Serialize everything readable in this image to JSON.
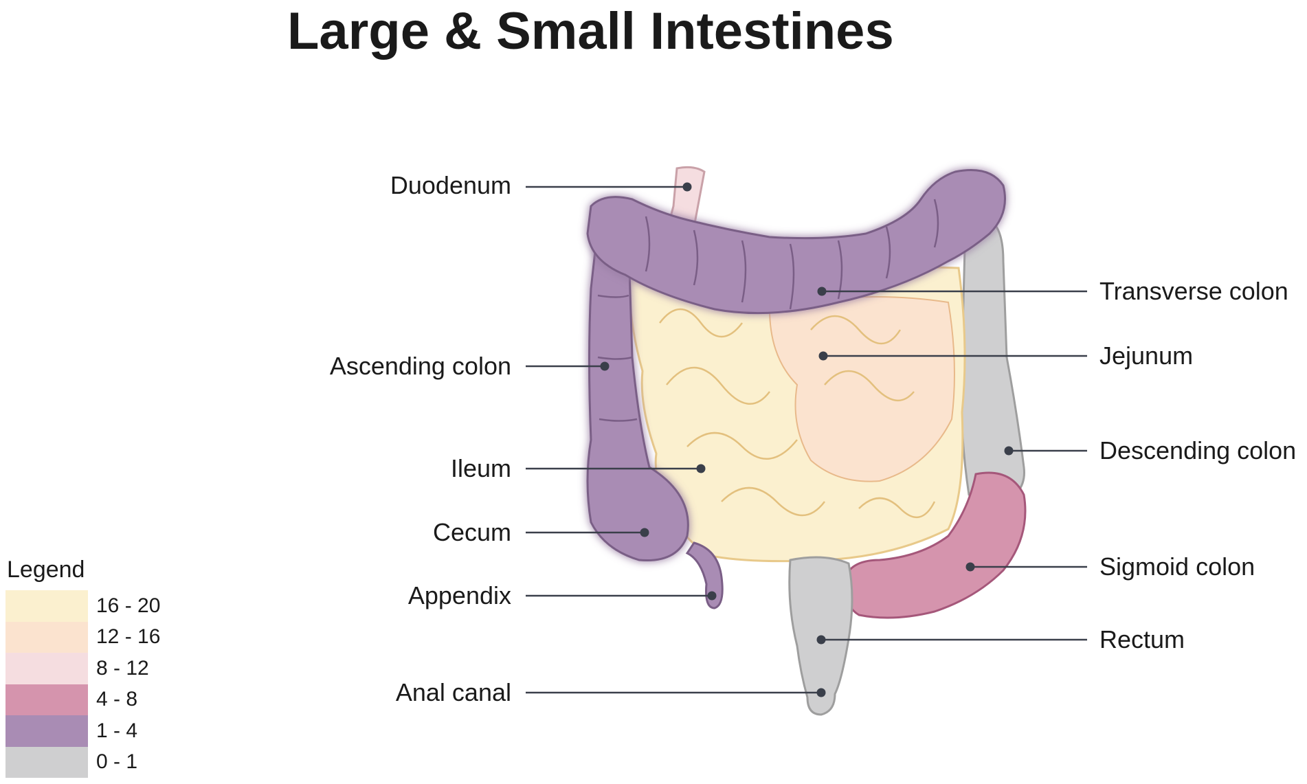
{
  "title": "Large & Small Intestines",
  "colors": {
    "c16_20": "#fbf0cf",
    "c12_16": "#fbe3cf",
    "c8_12": "#f5dde0",
    "c4_8": "#d594ad",
    "c1_4": "#a98cb4",
    "c0_1": "#cfcfd0"
  },
  "labels": {
    "duodenum": "Duodenum",
    "ascending_colon": "Ascending colon",
    "ileum": "Ileum",
    "cecum": "Cecum",
    "appendix": "Appendix",
    "anal_canal": "Anal canal",
    "transverse_colon": "Transverse colon",
    "jejunum": "Jejunum",
    "descending_colon": "Descending colon",
    "sigmoid_colon": "Sigmoid colon",
    "rectum": "Rectum"
  },
  "legend": {
    "title": "Legend",
    "items": [
      {
        "label": "16 - 20",
        "color": "#fbf0cf"
      },
      {
        "label": "12 - 16",
        "color": "#fbe3cf"
      },
      {
        "label": "8 - 12",
        "color": "#f5dde0"
      },
      {
        "label": "4 - 8",
        "color": "#d594ad"
      },
      {
        "label": "1 - 4",
        "color": "#a98cb4"
      },
      {
        "label": "0 - 1",
        "color": "#cfcfd0"
      }
    ]
  }
}
